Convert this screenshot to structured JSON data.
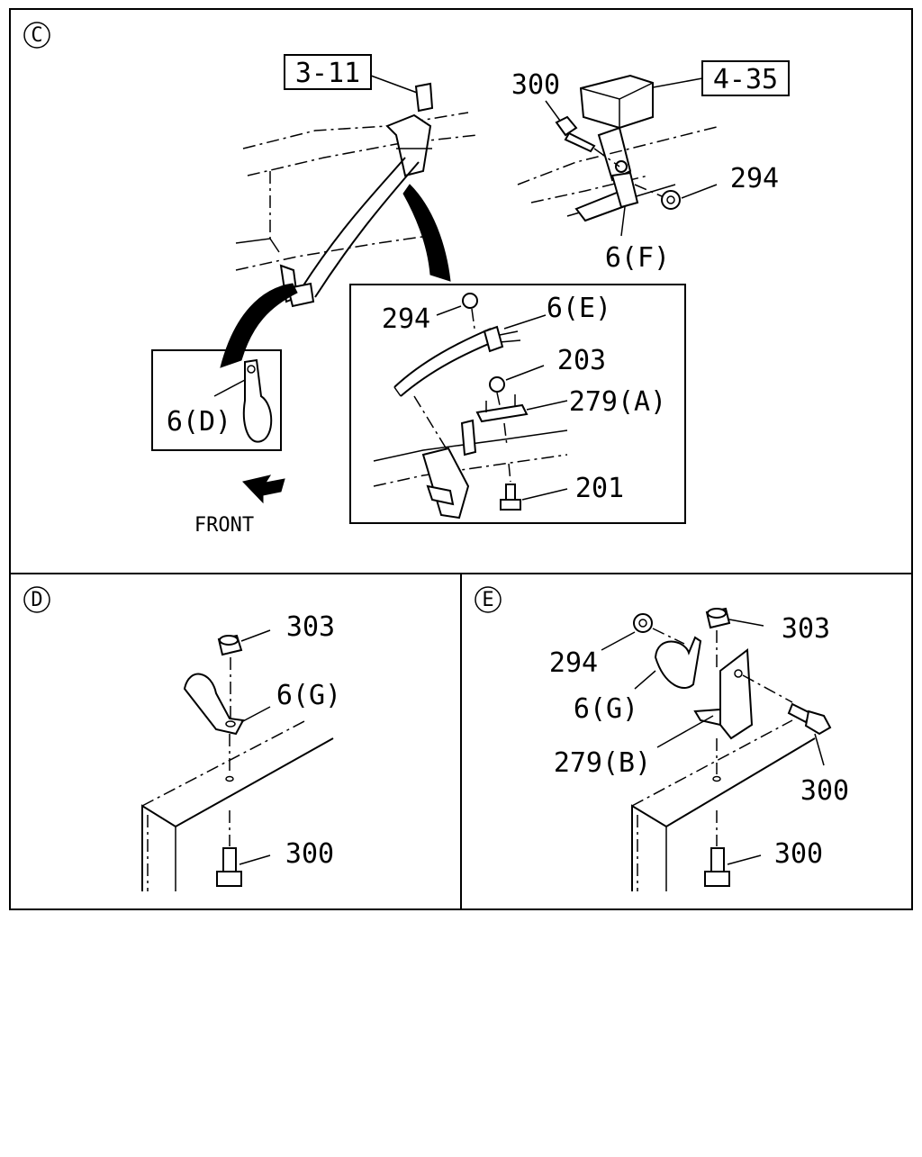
{
  "sections": {
    "c": {
      "marker": "C"
    },
    "d": {
      "marker": "D"
    },
    "e": {
      "marker": "E"
    }
  },
  "refs": {
    "ref_3_11": "3-11",
    "ref_4_35": "4-35"
  },
  "callouts_c": {
    "c_300": "300",
    "c_294_top": "294",
    "c_6f": "6(F)",
    "c_6d": "6(D)",
    "c_front": "FRONT",
    "c_294_inset": "294",
    "c_6e": "6(E)",
    "c_203": "203",
    "c_279a": "279(A)",
    "c_201": "201"
  },
  "callouts_d": {
    "d_303": "303",
    "d_6g": "6(G)",
    "d_300": "300"
  },
  "callouts_e": {
    "e_294": "294",
    "e_303": "303",
    "e_6g": "6(G)",
    "e_279b": "279(B)",
    "e_300_right": "300",
    "e_300_bottom": "300"
  }
}
